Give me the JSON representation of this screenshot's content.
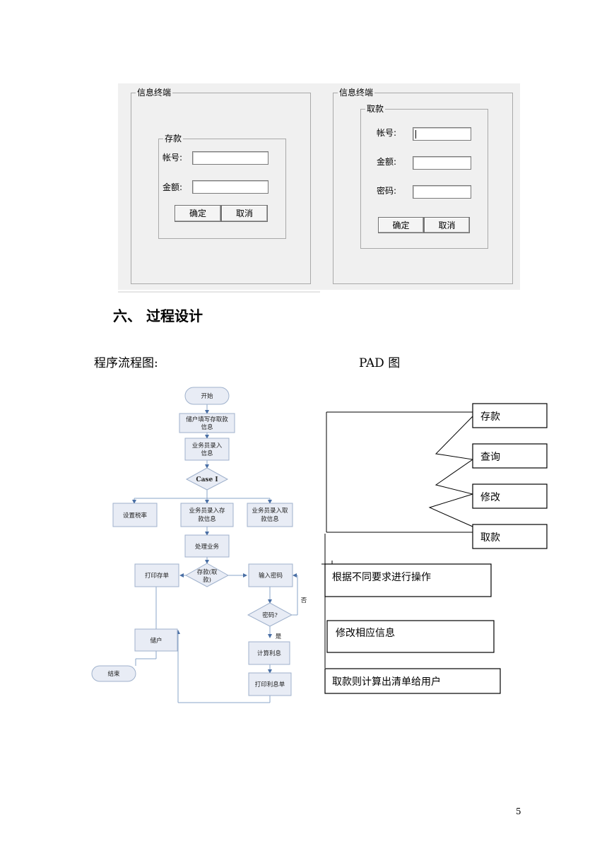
{
  "ui_mock": {
    "left_panel": {
      "title": "信息终端",
      "group": "存款",
      "account_label": "帐号:",
      "amount_label": "金额:",
      "confirm": "确定",
      "cancel": "取消"
    },
    "right_panel": {
      "title": "信息终端",
      "group": "取款",
      "account_label": "帐号:",
      "amount_label": "金额:",
      "password_label": "密码:",
      "confirm": "确定",
      "cancel": "取消"
    }
  },
  "section": {
    "heading": "六、 过程设计"
  },
  "captions": {
    "flowchart": "程序流程图:",
    "pad": "PAD 图"
  },
  "flowchart": {
    "start": "开始",
    "fill_info": [
      "储户填写存取款",
      "信息"
    ],
    "clerk_enter": [
      "业务员录入",
      "信息"
    ],
    "case": "Case I",
    "set_rate": "设置税率",
    "enter_deposit": [
      "业务员录入存",
      "款信息"
    ],
    "enter_withdraw": [
      "业务员录入取",
      "款信息"
    ],
    "process": "处理业务",
    "print_deposit": "打印存单",
    "branch": [
      "存款(取",
      "款)"
    ],
    "input_password": "输入密码",
    "password_check": "密码?",
    "no": "否",
    "yes": "是",
    "customer": "储户",
    "calc_interest": "计算利息",
    "print_interest": "打印利息单",
    "end": "结束"
  },
  "pad": {
    "options": [
      "存款",
      "查询",
      "修改",
      "取款"
    ],
    "steps": [
      "根据不同要求进行操作",
      "修改相应信息",
      "取款则计算出清单给用户"
    ]
  },
  "page_number": "5"
}
